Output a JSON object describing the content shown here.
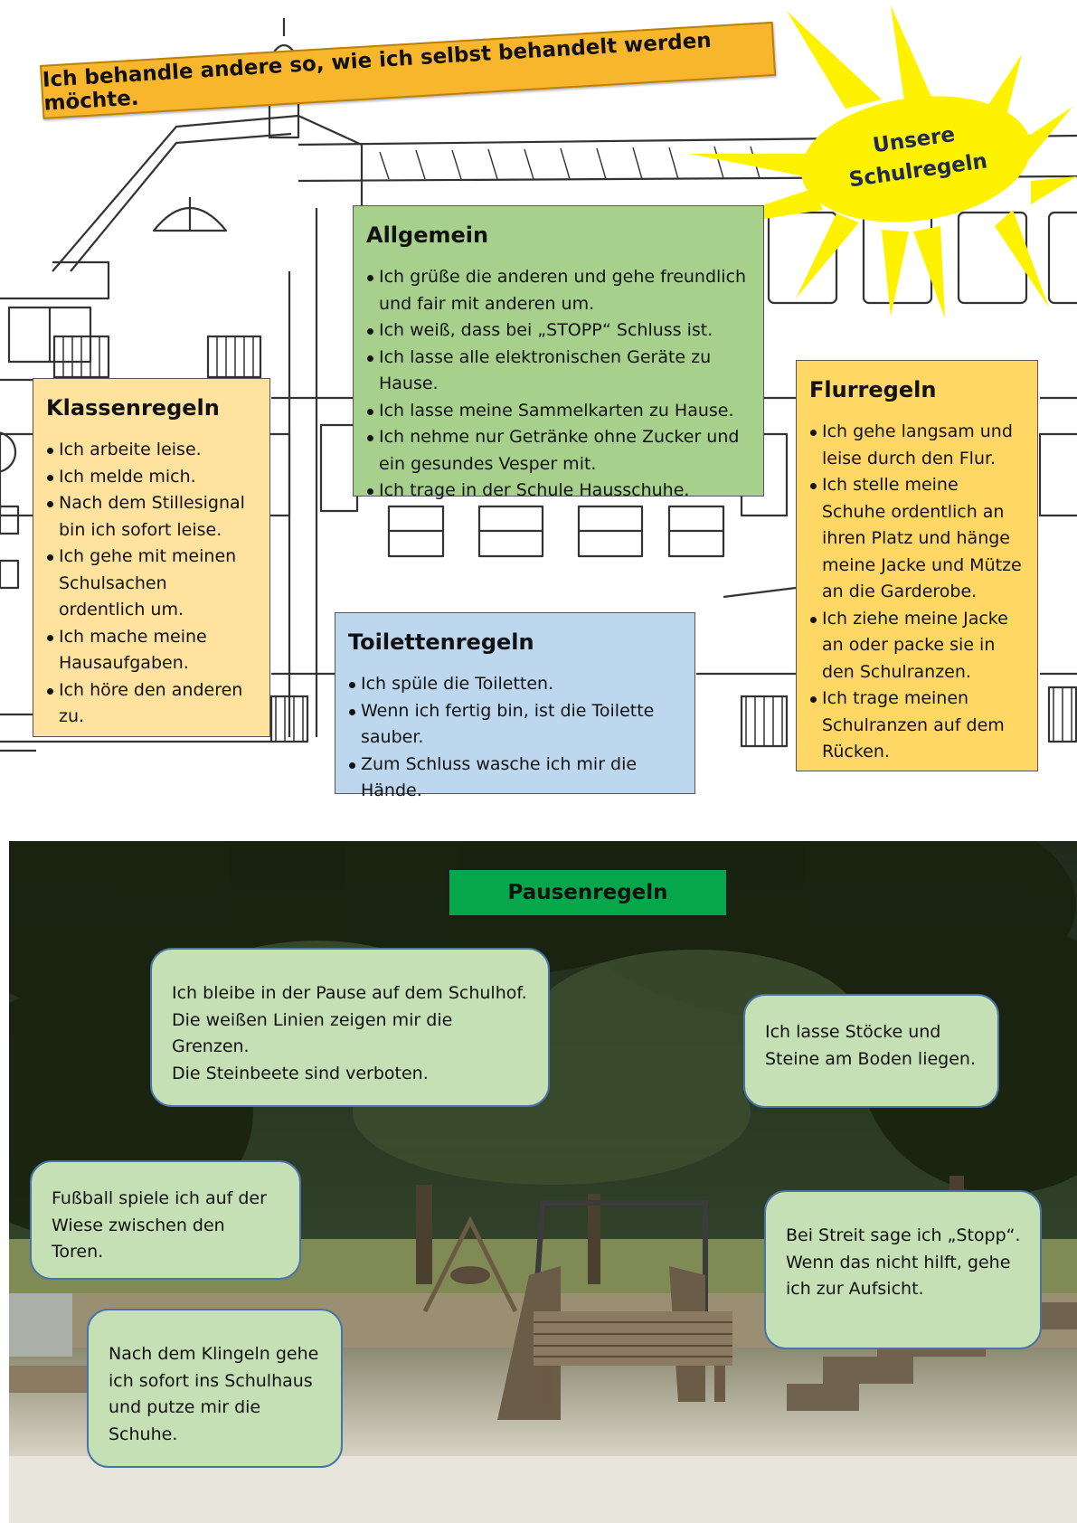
{
  "motto": "Ich behandle andere so, wie ich selbst behandelt werden möchte.",
  "sun": {
    "line1": "Unsere",
    "line2": "Schulregeln"
  },
  "allgemein": {
    "title": "Allgemein",
    "items": [
      "Ich grüße die anderen und gehe freundlich und fair mit anderen um.",
      "Ich weiß, dass bei „STOPP“ Schluss ist.",
      "Ich lasse alle elektronischen Geräte zu Hause.",
      "Ich lasse meine Sammelkarten zu Hause.",
      "Ich nehme nur Getränke ohne Zucker und ein gesundes Vesper mit.",
      "Ich trage in der Schule Hausschuhe."
    ]
  },
  "klassenregeln": {
    "title": "Klassenregeln",
    "items": [
      "Ich arbeite leise.",
      "Ich melde mich.",
      "Nach dem Stillesignal bin ich sofort leise.",
      "Ich gehe mit meinen Schulsachen ordentlich um.",
      "Ich mache meine Hausaufgaben.",
      "Ich höre den anderen zu."
    ]
  },
  "flurregeln": {
    "title": "Flurregeln",
    "items": [
      "Ich gehe langsam und leise durch den Flur.",
      "Ich stelle meine Schuhe ordentlich an ihren Platz und hänge meine Jacke und Mütze an die Garderobe.",
      "Ich ziehe meine Jacke an oder packe sie in den Schulranzen.",
      "Ich trage meinen Schulranzen auf dem Rücken."
    ]
  },
  "toilettenregeln": {
    "title": "Toilettenregeln",
    "items": [
      "Ich spüle die Toiletten.",
      "Wenn ich fertig bin, ist die Toilette sauber.",
      "Zum Schluss wasche ich mir die Hände."
    ]
  },
  "pausenregeln": {
    "title": "Pausenregeln",
    "bubbles": [
      [
        "Ich bleibe in der Pause auf dem Schulhof.",
        "Die weißen Linien zeigen mir die Grenzen.",
        "Die Steinbeete sind verboten."
      ],
      [
        "Ich lasse Stöcke und",
        "Steine am Boden liegen."
      ],
      [
        "Fußball spiele ich auf der",
        "Wiese zwischen den Toren."
      ],
      [
        "Bei Streit sage ich „Stopp“.",
        "Wenn das nicht hilft, gehe",
        "ich zur Aufsicht."
      ],
      [
        "Nach dem Klingeln gehe",
        "ich sofort ins Schulhaus",
        "und putze mir die Schuhe."
      ]
    ]
  },
  "colors": {
    "motto_bg": "#f8b62c",
    "sun": "#fff200",
    "allgemein_bg": "#a7d08c",
    "klassen_bg": "#ffe29d",
    "flur_bg": "#ffd764",
    "toilette_bg": "#bdd7ee",
    "pause_title_bg": "#05a74a",
    "bubble_bg": "#c5e0b4",
    "bubble_border": "#4873a6"
  }
}
